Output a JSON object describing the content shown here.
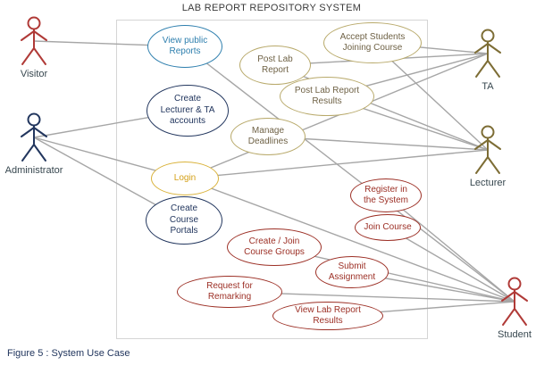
{
  "title": "LAB REPORT REPOSITORY SYSTEM",
  "caption": "Figure 5 : System Use Case",
  "colors": {
    "blue": "#2e7fae",
    "olive_border": "#b8a96a",
    "olive_text": "#6f6246",
    "navy": "#22365e",
    "gold": "#d4a017",
    "maroon": "#9c2f25",
    "actor_red": "#b03a37",
    "actor_navy": "#22365e",
    "actor_olive": "#7d6d35",
    "line": "#a6a6a6",
    "boundary": "#d5d5d5"
  },
  "actors": [
    {
      "id": "visitor",
      "label": "Visitor"
    },
    {
      "id": "administrator",
      "label": "Administrator"
    },
    {
      "id": "ta",
      "label": "TA"
    },
    {
      "id": "lecturer",
      "label": "Lecturer"
    },
    {
      "id": "student",
      "label": "Student"
    }
  ],
  "use_cases": [
    {
      "id": "view-public-reports",
      "label": "View public\nReports"
    },
    {
      "id": "post-lab-report",
      "label": "Post Lab\nReport"
    },
    {
      "id": "accept-students-joining-course",
      "label": "Accept Students\nJoining Course"
    },
    {
      "id": "post-lab-report-results",
      "label": "Post Lab Report\nResults"
    },
    {
      "id": "create-lecturer-ta-accounts",
      "label": "Create\nLecturer & TA\naccounts"
    },
    {
      "id": "manage-deadlines",
      "label": "Manage\nDeadlines"
    },
    {
      "id": "login",
      "label": "Login"
    },
    {
      "id": "create-course-portals",
      "label": "Create\nCourse\nPortals"
    },
    {
      "id": "register-in-the-system",
      "label": "Register in\nthe System"
    },
    {
      "id": "join-course",
      "label": "Join Course"
    },
    {
      "id": "create-join-course-groups",
      "label": "Create / Join\nCourse Groups"
    },
    {
      "id": "submit-assignment",
      "label": "Submit\nAssignment"
    },
    {
      "id": "request-for-remarking",
      "label": "Request for\nRemarking"
    },
    {
      "id": "view-lab-report-results",
      "label": "View Lab Report\nResults"
    }
  ],
  "edges": [
    [
      "visitor",
      "view-public-reports"
    ],
    [
      "administrator",
      "create-lecturer-ta-accounts"
    ],
    [
      "administrator",
      "login"
    ],
    [
      "administrator",
      "create-course-portals"
    ],
    [
      "ta",
      "accept-students-joining-course"
    ],
    [
      "ta",
      "post-lab-report"
    ],
    [
      "ta",
      "post-lab-report-results"
    ],
    [
      "ta",
      "login"
    ],
    [
      "lecturer",
      "accept-students-joining-course"
    ],
    [
      "lecturer",
      "post-lab-report"
    ],
    [
      "lecturer",
      "post-lab-report-results"
    ],
    [
      "lecturer",
      "manage-deadlines"
    ],
    [
      "lecturer",
      "login"
    ],
    [
      "student",
      "view-public-reports"
    ],
    [
      "student",
      "register-in-the-system"
    ],
    [
      "student",
      "join-course"
    ],
    [
      "student",
      "create-join-course-groups"
    ],
    [
      "student",
      "submit-assignment"
    ],
    [
      "student",
      "request-for-remarking"
    ],
    [
      "student",
      "view-lab-report-results"
    ],
    [
      "student",
      "login"
    ]
  ]
}
